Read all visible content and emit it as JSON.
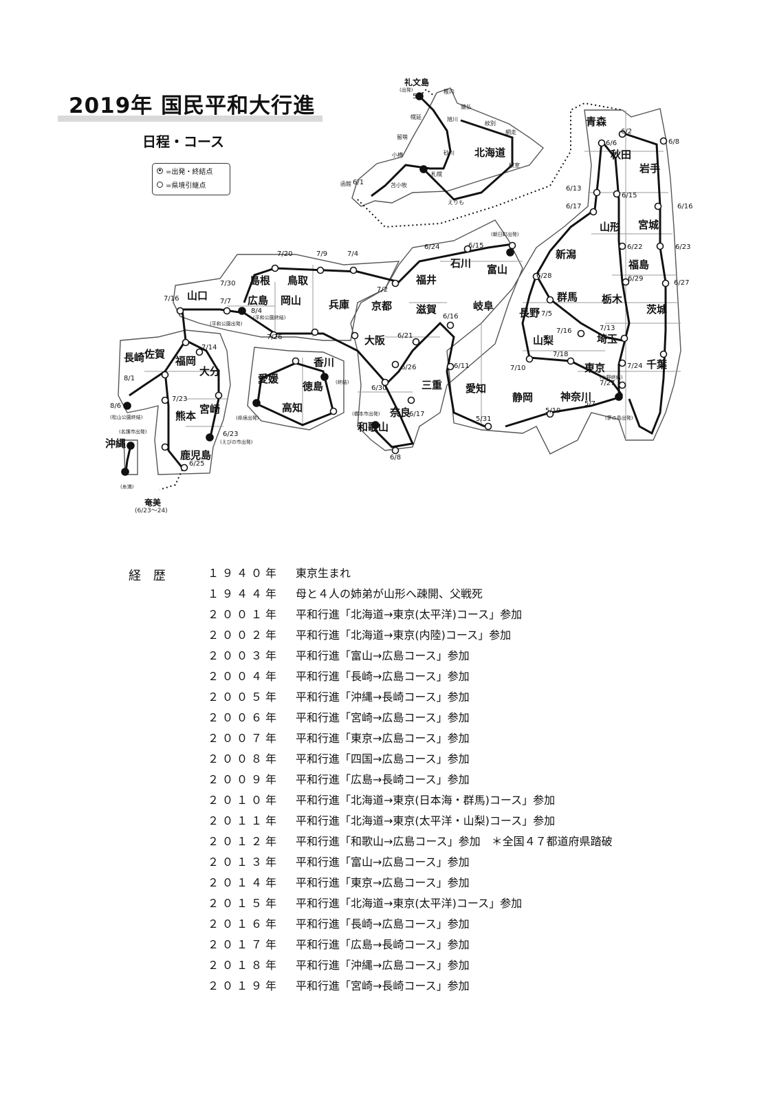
{
  "title": "2019年 国民平和大行進",
  "subtitle": "日程・コース",
  "legend": {
    "start_end": "=出発・終結点",
    "relay": "=県境引継点"
  },
  "map": {
    "prefectures": [
      {
        "name": "北海道"
      },
      {
        "name": "青森"
      },
      {
        "name": "秋田"
      },
      {
        "name": "岩手"
      },
      {
        "name": "山形"
      },
      {
        "name": "宮城"
      },
      {
        "name": "新潟"
      },
      {
        "name": "福島"
      },
      {
        "name": "群馬"
      },
      {
        "name": "栃木"
      },
      {
        "name": "茨城"
      },
      {
        "name": "長野"
      },
      {
        "name": "山梨"
      },
      {
        "name": "埼玉"
      },
      {
        "name": "東京"
      },
      {
        "name": "千葉"
      },
      {
        "name": "神奈川"
      },
      {
        "name": "静岡"
      },
      {
        "name": "富山"
      },
      {
        "name": "石川"
      },
      {
        "name": "福井"
      },
      {
        "name": "岐阜"
      },
      {
        "name": "愛知"
      },
      {
        "name": "滋賀"
      },
      {
        "name": "三重"
      },
      {
        "name": "京都"
      },
      {
        "name": "大阪"
      },
      {
        "name": "奈良"
      },
      {
        "name": "和歌山"
      },
      {
        "name": "兵庫"
      },
      {
        "name": "鳥取"
      },
      {
        "name": "岡山"
      },
      {
        "name": "島根"
      },
      {
        "name": "広島"
      },
      {
        "name": "山口"
      },
      {
        "name": "香川"
      },
      {
        "name": "徳島"
      },
      {
        "name": "愛媛"
      },
      {
        "name": "高知"
      },
      {
        "name": "福岡"
      },
      {
        "name": "佐賀"
      },
      {
        "name": "長崎"
      },
      {
        "name": "大分"
      },
      {
        "name": "熊本"
      },
      {
        "name": "宮崎"
      },
      {
        "name": "鹿児島"
      },
      {
        "name": "沖縄"
      },
      {
        "name": "奄美"
      },
      {
        "name": "礼文島"
      }
    ],
    "hokkaido_places": [
      "稚内",
      "猿払",
      "旭川",
      "紋別",
      "網走",
      "幌延",
      "留萌",
      "砂川",
      "小樽",
      "札幌",
      "苫小牧",
      "根室",
      "函館",
      "えりも"
    ],
    "dates": [
      "5/6",
      "6/1",
      "6/2",
      "6/8",
      "6/6",
      "6/13",
      "6/15",
      "6/17",
      "6/16",
      "6/22",
      "6/23",
      "6/29",
      "6/27",
      "6/28",
      "7/5",
      "7/16",
      "7/13",
      "7/18",
      "7/10",
      "7/24",
      "7/27",
      "5/7",
      "5/19",
      "5/31",
      "6/11",
      "6/16",
      "6/21",
      "6/26",
      "6/30",
      "6/17",
      "6/8",
      "6/24",
      "6/15",
      "7/20",
      "7/9",
      "7/4",
      "7/2",
      "7/30",
      "7/7",
      "7/16",
      "7/26",
      "8/4",
      "7/14",
      "7/23",
      "8/1",
      "8/6",
      "6/23",
      "6/25"
    ],
    "notes": [
      "(出発)",
      "(朝日町出発)",
      "(上野終結)",
      "(夢の島出発)",
      "(橋本市出発)",
      "(平和公園出発)",
      "(平和公園終結)",
      "(県境出発)",
      "(終結)",
      "(えびの市出発)",
      "(松山公園終結)",
      "(名護市出発)",
      "(糸満)",
      "(6/23〜24)"
    ]
  },
  "career": {
    "heading": "経 歴",
    "entries": [
      {
        "year": "１９４０年",
        "text": "東京生まれ"
      },
      {
        "year": "１９４４年",
        "text": "母と４人の姉弟が山形へ疎開、父戦死"
      },
      {
        "year": "２００１年",
        "text": "平和行進「北海道→東京(太平洋)コース」参加"
      },
      {
        "year": "２００２年",
        "text": "平和行進「北海道→東京(内陸)コース」参加"
      },
      {
        "year": "２００３年",
        "text": "平和行進「富山→広島コース」参加"
      },
      {
        "year": "２００４年",
        "text": "平和行進「長崎→広島コース」参加"
      },
      {
        "year": "２００５年",
        "text": "平和行進「沖縄→長崎コース」参加"
      },
      {
        "year": "２００６年",
        "text": "平和行進「宮崎→広島コース」参加"
      },
      {
        "year": "２００７年",
        "text": "平和行進「東京→広島コース」参加"
      },
      {
        "year": "２００８年",
        "text": "平和行進「四国→広島コース」参加"
      },
      {
        "year": "２００９年",
        "text": "平和行進「広島→長崎コース」参加"
      },
      {
        "year": "２０１０年",
        "text": "平和行進「北海道→東京(日本海・群馬)コース」参加"
      },
      {
        "year": "２０１１年",
        "text": "平和行進「北海道→東京(太平洋・山梨)コース」参加"
      },
      {
        "year": "２０１２年",
        "text": "平和行進「和歌山→広島コース」参加　＊全国４７都道府県踏破"
      },
      {
        "year": "２０１３年",
        "text": "平和行進「富山→広島コース」参加"
      },
      {
        "year": "２０１４年",
        "text": "平和行進「東京→広島コース」参加"
      },
      {
        "year": "２０１５年",
        "text": "平和行進「北海道→東京(太平洋)コース」参加"
      },
      {
        "year": "２０１６年",
        "text": "平和行進「長崎→広島コース」参加"
      },
      {
        "year": "２０１７年",
        "text": "平和行進「広島→長崎コース」参加"
      },
      {
        "year": "２０１８年",
        "text": "平和行進「沖縄→広島コース」参加"
      },
      {
        "year": "２０１９年",
        "text": "平和行進「宮崎→長崎コース」参加"
      }
    ]
  }
}
